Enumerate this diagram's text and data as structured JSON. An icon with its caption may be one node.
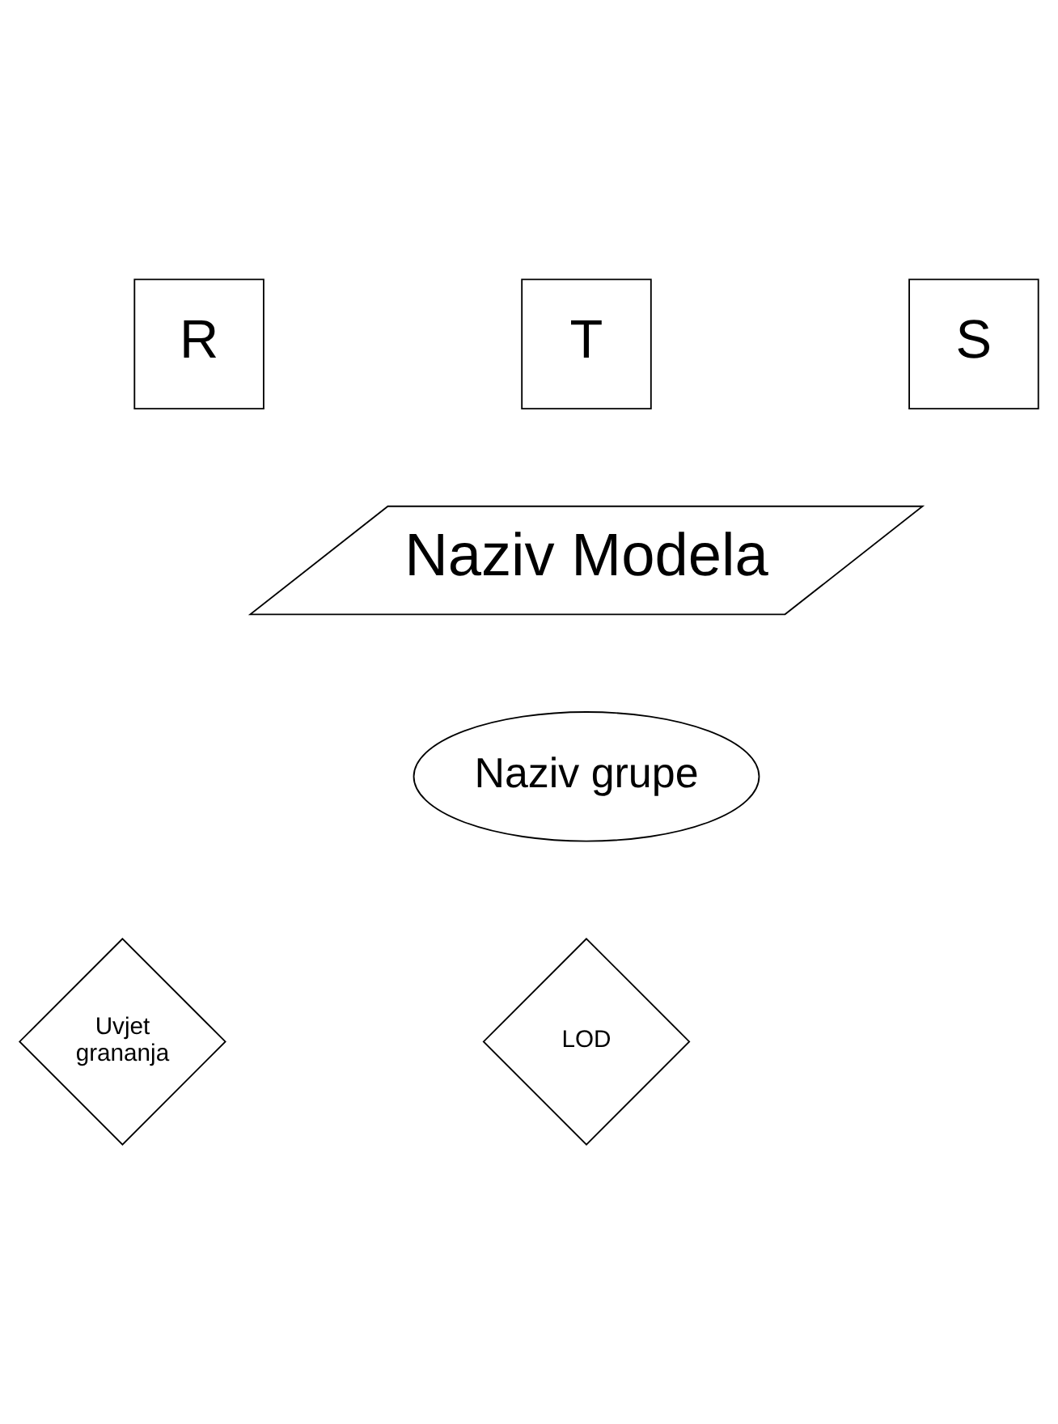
{
  "diagram": {
    "nodes": [
      {
        "text": [
          "R"
        ]
      },
      {
        "text": [
          "T"
        ]
      },
      {
        "text": [
          "S"
        ]
      },
      {
        "text": [
          "Naziv Modela"
        ]
      },
      {
        "text": [
          "Naziv grupe"
        ]
      },
      {
        "text": [
          "Uvjet grananja"
        ]
      },
      {
        "text": [
          "LOD"
        ]
      }
    ]
  }
}
